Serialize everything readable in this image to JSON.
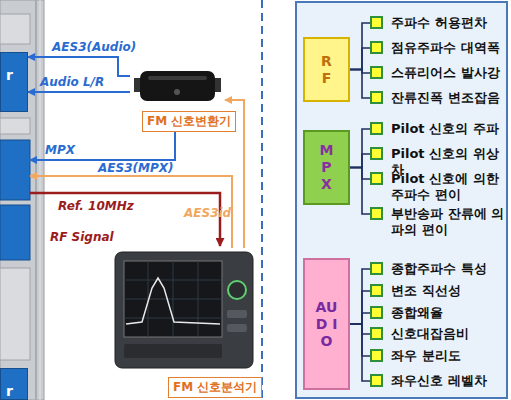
{
  "diagram": {
    "nodes": [
      {
        "text": [
          "r"
        ]
      },
      {
        "text": [
          "FM 신호변환기"
        ]
      },
      {
        "text": [
          "FM 신호분석기"
        ]
      },
      {
        "text": [
          "r"
        ]
      },
      {
        "text": [
          "R F"
        ]
      },
      {
        "text": [
          "주파수 허용편차"
        ]
      },
      {
        "text": [
          "점유주파수 대역폭"
        ]
      },
      {
        "text": [
          "스퓨리어스 발사강"
        ]
      },
      {
        "text": [
          "잔류진폭 변조잡음"
        ]
      },
      {
        "text": [
          "MP X"
        ]
      },
      {
        "text": [
          "Pilot 신호의 주파"
        ]
      },
      {
        "text": [
          "Pilot 신호의 위상차"
        ]
      },
      {
        "text": [
          "Pilot 신호에 의한 주파수 편이"
        ]
      },
      {
        "text": [
          "부반송파 잔류에 의 파의 편이"
        ]
      },
      {
        "text": [
          "AU D I O"
        ]
      },
      {
        "text": [
          "종합주파수 특성"
        ]
      },
      {
        "text": [
          "변조 직선성"
        ]
      },
      {
        "text": [
          "종합왜율"
        ]
      },
      {
        "text": [
          "신호대잡음비"
        ]
      },
      {
        "text": [
          "좌우 분리도"
        ]
      },
      {
        "text": [
          "좌우신호 레벨차"
        ]
      }
    ],
    "edges": [
      {
        "from": 1,
        "to": 0,
        "label": "AES3(Audio)",
        "arrow": "to"
      },
      {
        "from": 1,
        "to": 0,
        "label": "Audio L/R",
        "arrow": "to"
      },
      {
        "from": 2,
        "to": 1,
        "label": "AES3id",
        "arrow": "to"
      },
      {
        "from": 4,
        "to": 5,
        "arrow": "none"
      },
      {
        "from": 4,
        "to": 6,
        "arrow": "none"
      },
      {
        "from": 4,
        "to": 7,
        "arrow": "none"
      },
      {
        "from": 4,
        "to": 8,
        "arrow": "none"
      },
      {
        "from": 9,
        "to": 10,
        "arrow": "none"
      },
      {
        "from": 9,
        "to": 11,
        "arrow": "none"
      },
      {
        "from": 9,
        "to": 12,
        "arrow": "none"
      },
      {
        "from": 9,
        "to": 13,
        "arrow": "none"
      },
      {
        "from": 14,
        "to": 15,
        "arrow": "none"
      },
      {
        "from": 14,
        "to": 16,
        "arrow": "none"
      },
      {
        "from": 14,
        "to": 17,
        "arrow": "none"
      },
      {
        "from": 14,
        "to": 18,
        "arrow": "none"
      },
      {
        "from": 14,
        "to": 19,
        "arrow": "none"
      },
      {
        "from": 14,
        "to": 20,
        "arrow": "none"
      }
    ],
    "labels": [
      "MPX",
      "AES3(MPX)",
      "Ref. 10MHz",
      "RF Signal"
    ]
  }
}
